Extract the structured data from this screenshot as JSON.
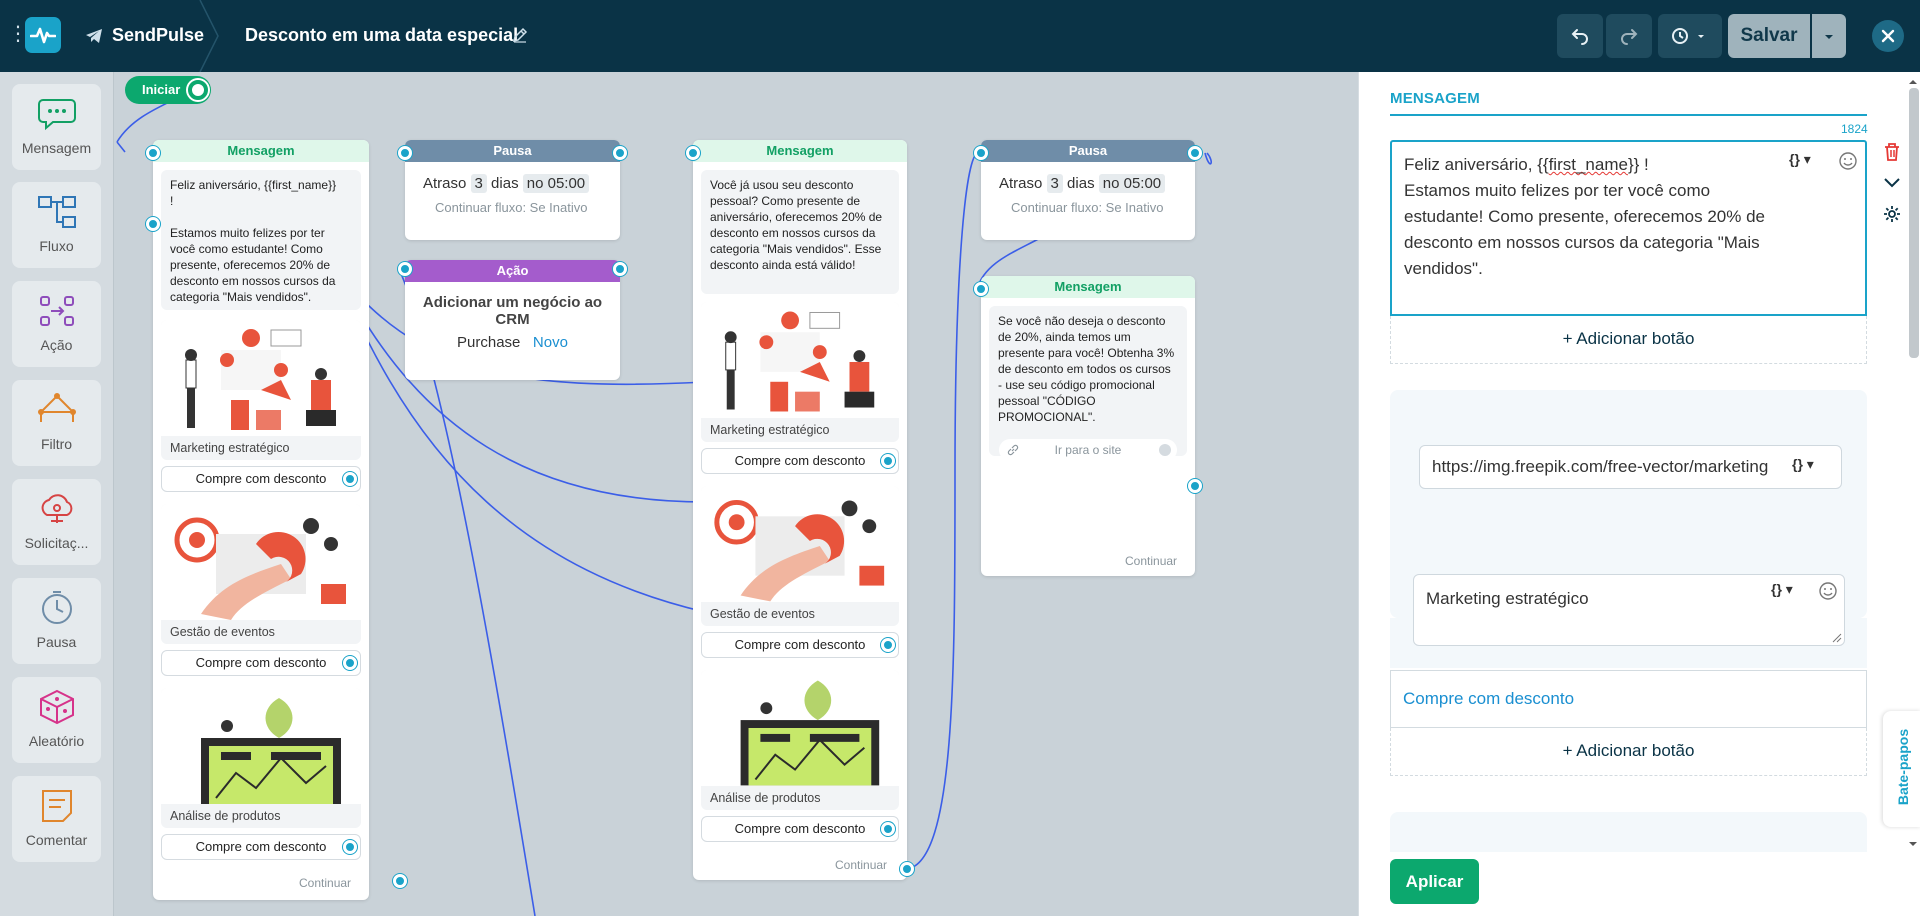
{
  "header": {
    "brand": "SendPulse",
    "flow_title": "Desconto em uma data especial",
    "save_label": "Salvar"
  },
  "toolbar": {
    "items": [
      {
        "label": "Mensagem",
        "icon": "chat-bubble-icon"
      },
      {
        "label": "Fluxo",
        "icon": "flow-icon"
      },
      {
        "label": "Ação",
        "icon": "action-icon"
      },
      {
        "label": "Filtro",
        "icon": "filter-icon"
      },
      {
        "label": "Solicitaç...",
        "icon": "request-icon"
      },
      {
        "label": "Pausa",
        "icon": "clock-icon"
      },
      {
        "label": "Aleatório",
        "icon": "dice-icon"
      },
      {
        "label": "Comentar",
        "icon": "comment-icon"
      }
    ]
  },
  "canvas": {
    "start_label": "Iniciar",
    "msg1": {
      "header": "Mensagem",
      "text": "Feliz aniversário, {{first_name}}\n!\n\nEstamos muito felizes por ter você como estudante! Como presente, oferecemos 20% de desconto em nossos cursos da categoria \"Mais vendidos\".",
      "cards": [
        {
          "caption": "Marketing estratégico",
          "button": "Compre com desconto"
        },
        {
          "caption": "Gestão de eventos",
          "button": "Compre com desconto"
        },
        {
          "caption": "Análise de produtos",
          "button": "Compre com desconto"
        }
      ],
      "continue": "Continuar"
    },
    "pause1": {
      "header": "Pausa",
      "delay_label": "Atraso",
      "delay_value": "3",
      "unit": "dias",
      "time": "no 05:00",
      "sub": "Continuar fluxo: Se Inativo"
    },
    "action1": {
      "header": "Ação",
      "title": "Adicionar um negócio ao CRM",
      "pipeline": "Purchase",
      "stage": "Novo"
    },
    "msg2": {
      "header": "Mensagem",
      "text": "Você já usou seu desconto pessoal? Como presente de aniversário, oferecemos 20% de desconto em nossos cursos da categoria \"Mais vendidos\". Esse desconto ainda está válido!",
      "cards": [
        {
          "caption": "Marketing estratégico",
          "button": "Compre com desconto"
        },
        {
          "caption": "Gestão de eventos",
          "button": "Compre com desconto"
        },
        {
          "caption": "Análise de produtos",
          "button": "Compre com desconto"
        }
      ],
      "continue": "Continuar"
    },
    "pause2": {
      "header": "Pausa",
      "delay_label": "Atraso",
      "delay_value": "3",
      "unit": "dias",
      "time": "no 05:00",
      "sub": "Continuar fluxo: Se Inativo"
    },
    "msg3": {
      "header": "Mensagem",
      "text": "Se você não deseja o desconto de 20%, ainda temos um presente para você! Obtenha 3% de desconto em todos os cursos - use seu código promocional pessoal \"CÓDIGO PROMOCIONAL\".",
      "button": "Ir para o site",
      "continue": "Continuar"
    }
  },
  "panel": {
    "title": "MENSAGEM",
    "char_count": "1824",
    "message_line1_pre": "Feliz aniversário, {{",
    "message_squiggle": "first_name",
    "message_line1_post": "}} !",
    "message_rest": "\nEstamos muito felizes por ter você como estudante! Como presente, oferecemos 20% de desconto em nossos cursos da categoria \"Mais vendidos\".",
    "add_button": "+ Adicionar botão",
    "image_url": "https://img.freepik.com/free-vector/marketing",
    "caption": "Marketing estratégico",
    "link_button": "Compre com desconto",
    "add_button2": "+ Adicionar botão",
    "apply": "Aplicar",
    "chat_tab": "Bate-papos",
    "var_icon": "{} ▾"
  },
  "colors": {
    "header_bg": "#0a3346",
    "accent": "#1aa3c9",
    "green": "#0ca86e",
    "action": "#a45ccc",
    "pause": "#6f8da8",
    "wire": "#3b5ee8"
  }
}
